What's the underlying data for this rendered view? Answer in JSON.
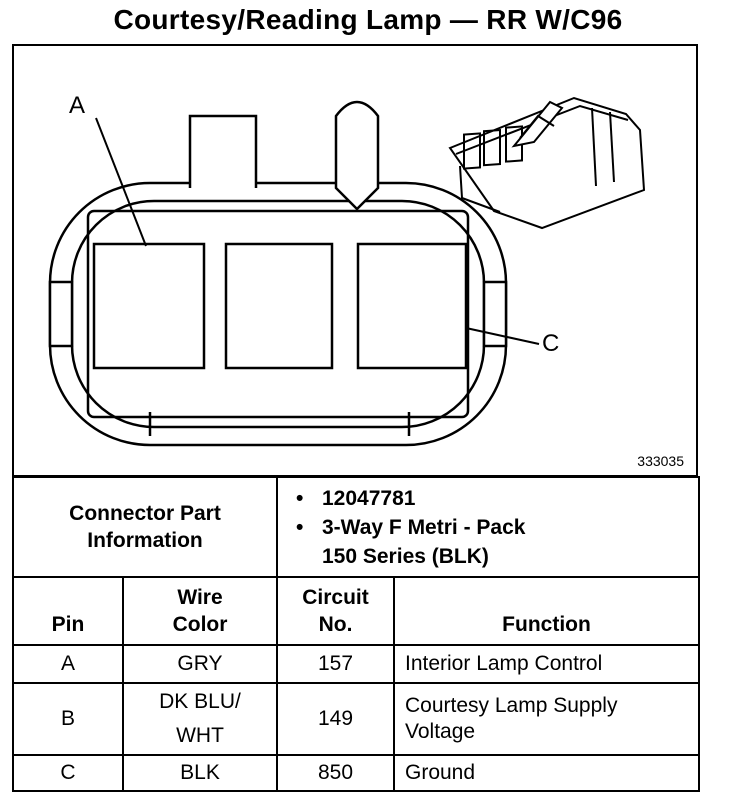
{
  "title": "Courtesy/Reading Lamp — RR W/C96",
  "diagram": {
    "callout_a": "A",
    "callout_c": "C",
    "figure_id": "333035"
  },
  "connector_info": {
    "label_line1": "Connector Part",
    "label_line2": "Information",
    "bullet1": "12047781",
    "bullet2_line1": "3-Way F Metri - Pack",
    "bullet2_line2": "150 Series (BLK)"
  },
  "table": {
    "headers": {
      "pin": "Pin",
      "wire_color_line1": "Wire",
      "wire_color_line2": "Color",
      "circuit_line1": "Circuit",
      "circuit_line2": "No.",
      "function": "Function"
    },
    "rows": [
      {
        "pin": "A",
        "wire_color_line1": "GRY",
        "wire_color_line2": "",
        "circuit": "157",
        "function_line1": "Interior Lamp Control",
        "function_line2": ""
      },
      {
        "pin": "B",
        "wire_color_line1": "DK BLU/",
        "wire_color_line2": "WHT",
        "circuit": "149",
        "function_line1": "Courtesy Lamp Supply",
        "function_line2": "Voltage"
      },
      {
        "pin": "C",
        "wire_color_line1": "BLK",
        "wire_color_line2": "",
        "circuit": "850",
        "function_line1": "Ground",
        "function_line2": ""
      }
    ]
  }
}
